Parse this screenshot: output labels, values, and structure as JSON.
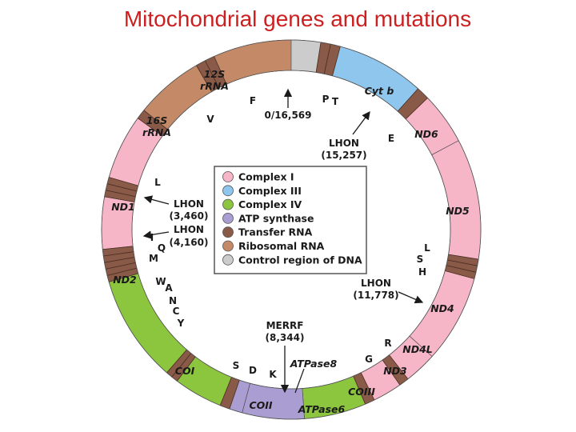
{
  "title": "Mitochondrial genes and mutations",
  "colors": {
    "complex_i": "#f7b6c8",
    "complex_iii": "#8fc6ee",
    "complex_iv": "#8cc63f",
    "atp_synthase": "#a99dd1",
    "transfer_rna": "#8a5a48",
    "ribosomal_rna": "#c48a68",
    "control_region": "#cccccc",
    "outline": "#333333"
  },
  "segments": [
    {
      "name": "control",
      "a1": -24,
      "a2": 9,
      "type": "control_region",
      "label": ""
    },
    {
      "name": "trna-p",
      "a1": 9,
      "a2": 12,
      "type": "transfer_rna",
      "label": ""
    },
    {
      "name": "trna-t",
      "a1": 12,
      "a2": 15,
      "type": "transfer_rna",
      "label": ""
    },
    {
      "name": "cytb",
      "a1": 15,
      "a2": 42,
      "type": "complex_iii",
      "label": "Cyt b"
    },
    {
      "name": "trna-e",
      "a1": 42,
      "a2": 46,
      "type": "transfer_rna",
      "label": ""
    },
    {
      "name": "nd6",
      "a1": 46,
      "a2": 62,
      "type": "complex_i",
      "label": "ND6"
    },
    {
      "name": "nd5",
      "a1": 62,
      "a2": 99,
      "type": "complex_i",
      "label": "ND5"
    },
    {
      "name": "trna-l",
      "a1": 99,
      "a2": 101,
      "type": "transfer_rna",
      "label": ""
    },
    {
      "name": "trna-s",
      "a1": 101,
      "a2": 103,
      "type": "transfer_rna",
      "label": ""
    },
    {
      "name": "trna-h",
      "a1": 103,
      "a2": 105,
      "type": "transfer_rna",
      "label": ""
    },
    {
      "name": "nd4",
      "a1": 105,
      "a2": 132,
      "type": "complex_i",
      "label": "ND4"
    },
    {
      "name": "nd4l",
      "a1": 132,
      "a2": 142,
      "type": "complex_i",
      "label": "ND4L"
    },
    {
      "name": "trna-r",
      "a1": 142,
      "a2": 145,
      "type": "transfer_rna",
      "label": ""
    },
    {
      "name": "nd3",
      "a1": 145,
      "a2": 154,
      "type": "complex_i",
      "label": "ND3"
    },
    {
      "name": "trna-g",
      "a1": 154,
      "a2": 157,
      "type": "transfer_rna",
      "label": ""
    },
    {
      "name": "coiii",
      "a1": 157,
      "a2": 176,
      "type": "complex_iv",
      "label": "COIII"
    },
    {
      "name": "atpase6",
      "a1": 176,
      "a2": 195,
      "type": "atp_synthase",
      "label": "ATPase6"
    },
    {
      "name": "atpase8",
      "a1": 195,
      "a2": 199,
      "type": "atp_synthase",
      "label": ""
    },
    {
      "name": "trna-k",
      "a1": 199,
      "a2": 202,
      "type": "transfer_rna",
      "label": ""
    },
    {
      "name": "coii",
      "a1": 202,
      "a2": 217,
      "type": "complex_iv",
      "label": "COII"
    },
    {
      "name": "trna-d",
      "a1": 217,
      "a2": 219,
      "type": "transfer_rna",
      "label": ""
    },
    {
      "name": "trna-s2",
      "a1": 219,
      "a2": 221,
      "type": "transfer_rna",
      "label": ""
    },
    {
      "name": "coi",
      "a1": 221,
      "a2": 254,
      "type": "complex_iv",
      "label": "COI"
    },
    {
      "name": "trna-y",
      "a1": 254,
      "a2": 256,
      "type": "transfer_rna",
      "label": ""
    },
    {
      "name": "trna-c",
      "a1": 256,
      "a2": 258,
      "type": "transfer_rna",
      "label": ""
    },
    {
      "name": "trna-n",
      "a1": 258,
      "a2": 260,
      "type": "transfer_rna",
      "label": ""
    },
    {
      "name": "trna-a",
      "a1": 260,
      "a2": 262,
      "type": "transfer_rna",
      "label": ""
    },
    {
      "name": "trna-w",
      "a1": 262,
      "a2": 264,
      "type": "transfer_rna",
      "label": ""
    },
    {
      "name": "nd2",
      "a1": 264,
      "a2": 280,
      "type": "complex_i",
      "label": "ND2"
    },
    {
      "name": "trna-m",
      "a1": 280,
      "a2": 282,
      "type": "transfer_rna",
      "label": ""
    },
    {
      "name": "trna-q",
      "a1": 282,
      "a2": 284,
      "type": "transfer_rna",
      "label": ""
    },
    {
      "name": "trna-i",
      "a1": 284,
      "a2": 286,
      "type": "transfer_rna",
      "label": ""
    },
    {
      "name": "nd1",
      "a1": 286,
      "a2": 306,
      "type": "complex_i",
      "label": "ND1"
    },
    {
      "name": "trna-l2",
      "a1": 306,
      "a2": 309,
      "type": "transfer_rna",
      "label": ""
    },
    {
      "name": "16s-rrna",
      "a1": 309,
      "a2": 330,
      "type": "ribosomal_rna",
      "label": "16S\nrRNA"
    },
    {
      "name": "trna-v",
      "a1": 330,
      "a2": 333,
      "type": "transfer_rna",
      "label": ""
    },
    {
      "name": "12s-rrna",
      "a1": 333,
      "a2": 331,
      "type": "ribosomal_rna",
      "label": ""
    },
    {
      "name": "12s-rrna-main",
      "a1": 333,
      "a2": 330,
      "type": "ribosomal_rna",
      "label": ""
    },
    {
      "name": "12s",
      "a1": 333,
      "a2": 360,
      "type": "ribosomal_rna",
      "label": "12S\nrRNA"
    },
    {
      "name": "trna-f",
      "a1": 333,
      "a2": 336,
      "type": "transfer_rna",
      "label": ""
    }
  ],
  "trna_labels": [
    {
      "text": "F",
      "angle": 343,
      "r": 112
    },
    {
      "text": "P",
      "angle": 13,
      "r": 111
    },
    {
      "text": "T",
      "angle": 16,
      "r": 116
    },
    {
      "text": "E",
      "angle": 45,
      "r": 112
    },
    {
      "text": "V",
      "angle": 329,
      "r": 110
    },
    {
      "text": "L",
      "angle": 309,
      "r": 113
    },
    {
      "text": "I",
      "angle": 284,
      "r": 120
    },
    {
      "text": "Q",
      "angle": 281,
      "r": 112
    },
    {
      "text": "M",
      "angle": 278,
      "r": 120
    },
    {
      "text": "W",
      "angle": 262,
      "r": 118
    },
    {
      "text": "A",
      "angle": 260,
      "r": 108
    },
    {
      "text": "N",
      "angle": 256,
      "r": 108
    },
    {
      "text": "C",
      "angle": 252,
      "r": 108
    },
    {
      "text": "Y",
      "angle": 247,
      "r": 108
    },
    {
      "text": "S",
      "angle": 218,
      "r": 110
    },
    {
      "text": "D",
      "angle": 214,
      "r": 102
    },
    {
      "text": "K",
      "angle": 200,
      "r": 97
    },
    {
      "text": "G",
      "angle": 154,
      "r": 111
    },
    {
      "text": "R",
      "angle": 142,
      "r": 116
    },
    {
      "text": "L",
      "angle": 99,
      "r": 118
    },
    {
      "text": "S",
      "angle": 102,
      "r": 112
    },
    {
      "text": "H",
      "angle": 106,
      "r": 118
    }
  ],
  "annotations": {
    "origin": "0/16,569",
    "lhon_15257": [
      "LHON",
      "(15,257)"
    ],
    "lhon_3460": [
      "LHON",
      "(3,460)"
    ],
    "lhon_4160": [
      "LHON",
      "(4,160)"
    ],
    "lhon_11778": [
      "LHON",
      "(11,778)"
    ],
    "merrf": [
      "MERRF",
      "(8,344)"
    ],
    "atpase8": "ATPase8"
  },
  "legend": [
    {
      "label": "Complex I",
      "color": "#f7b6c8"
    },
    {
      "label": "Complex III",
      "color": "#8fc6ee"
    },
    {
      "label": "Complex IV",
      "color": "#8cc63f"
    },
    {
      "label": "ATP synthase",
      "color": "#a99dd1"
    },
    {
      "label": "Transfer RNA",
      "color": "#8a5a48"
    },
    {
      "label": "Ribosomal RNA",
      "color": "#c48a68"
    },
    {
      "label": "Control region of DNA",
      "color": "#cccccc"
    }
  ]
}
